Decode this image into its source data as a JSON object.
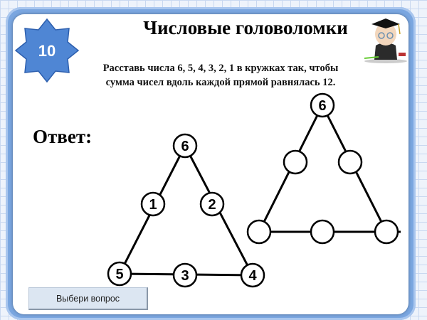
{
  "badge": {
    "number": "10",
    "color": "#4f86d4"
  },
  "title": "Числовые головоломки",
  "task": {
    "line1": "Расставь числа 6, 5, 4, 3, 2, 1 в кружках так, чтобы",
    "line2": "сумма чисел вдоль каждой прямой равнялась 12."
  },
  "answer_label": "Ответ:",
  "answer_triangle": {
    "top": "6",
    "left_mid": "1",
    "right_mid": "2",
    "bottom_left": "5",
    "bottom_mid": "3",
    "bottom_right": "4"
  },
  "puzzle_triangle": {
    "top": "6",
    "left_mid": "",
    "right_mid": "",
    "bottom_left": "",
    "bottom_mid": "",
    "bottom_right": ""
  },
  "button": {
    "label": "Выбери вопрос"
  },
  "mascot_icon": "graduate-owl-mascot-icon"
}
